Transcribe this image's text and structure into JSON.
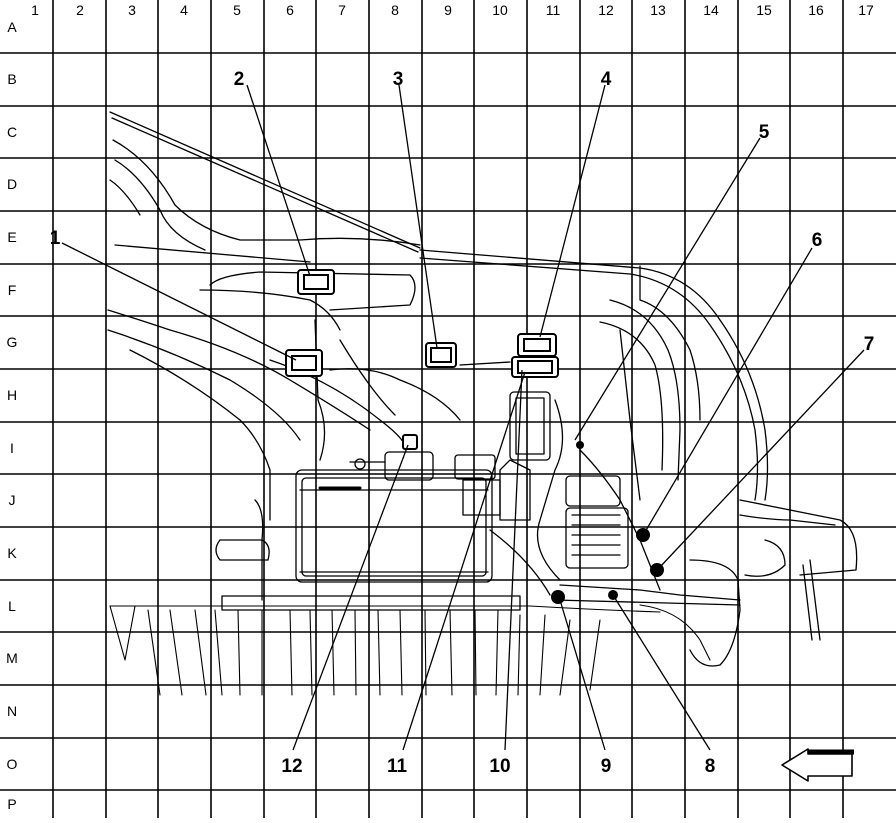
{
  "grid": {
    "columns": [
      "1",
      "2",
      "3",
      "4",
      "5",
      "6",
      "7",
      "8",
      "9",
      "10",
      "11",
      "12",
      "13",
      "14",
      "15",
      "16",
      "17"
    ],
    "rows": [
      "A",
      "B",
      "C",
      "D",
      "E",
      "F",
      "G",
      "H",
      "I",
      "J",
      "K",
      "L",
      "M",
      "N",
      "O",
      "P"
    ]
  },
  "callouts": [
    "1",
    "2",
    "3",
    "4",
    "5",
    "6",
    "7",
    "8",
    "9",
    "10",
    "11",
    "12"
  ],
  "orientation_icon": "left-arrow-icon"
}
